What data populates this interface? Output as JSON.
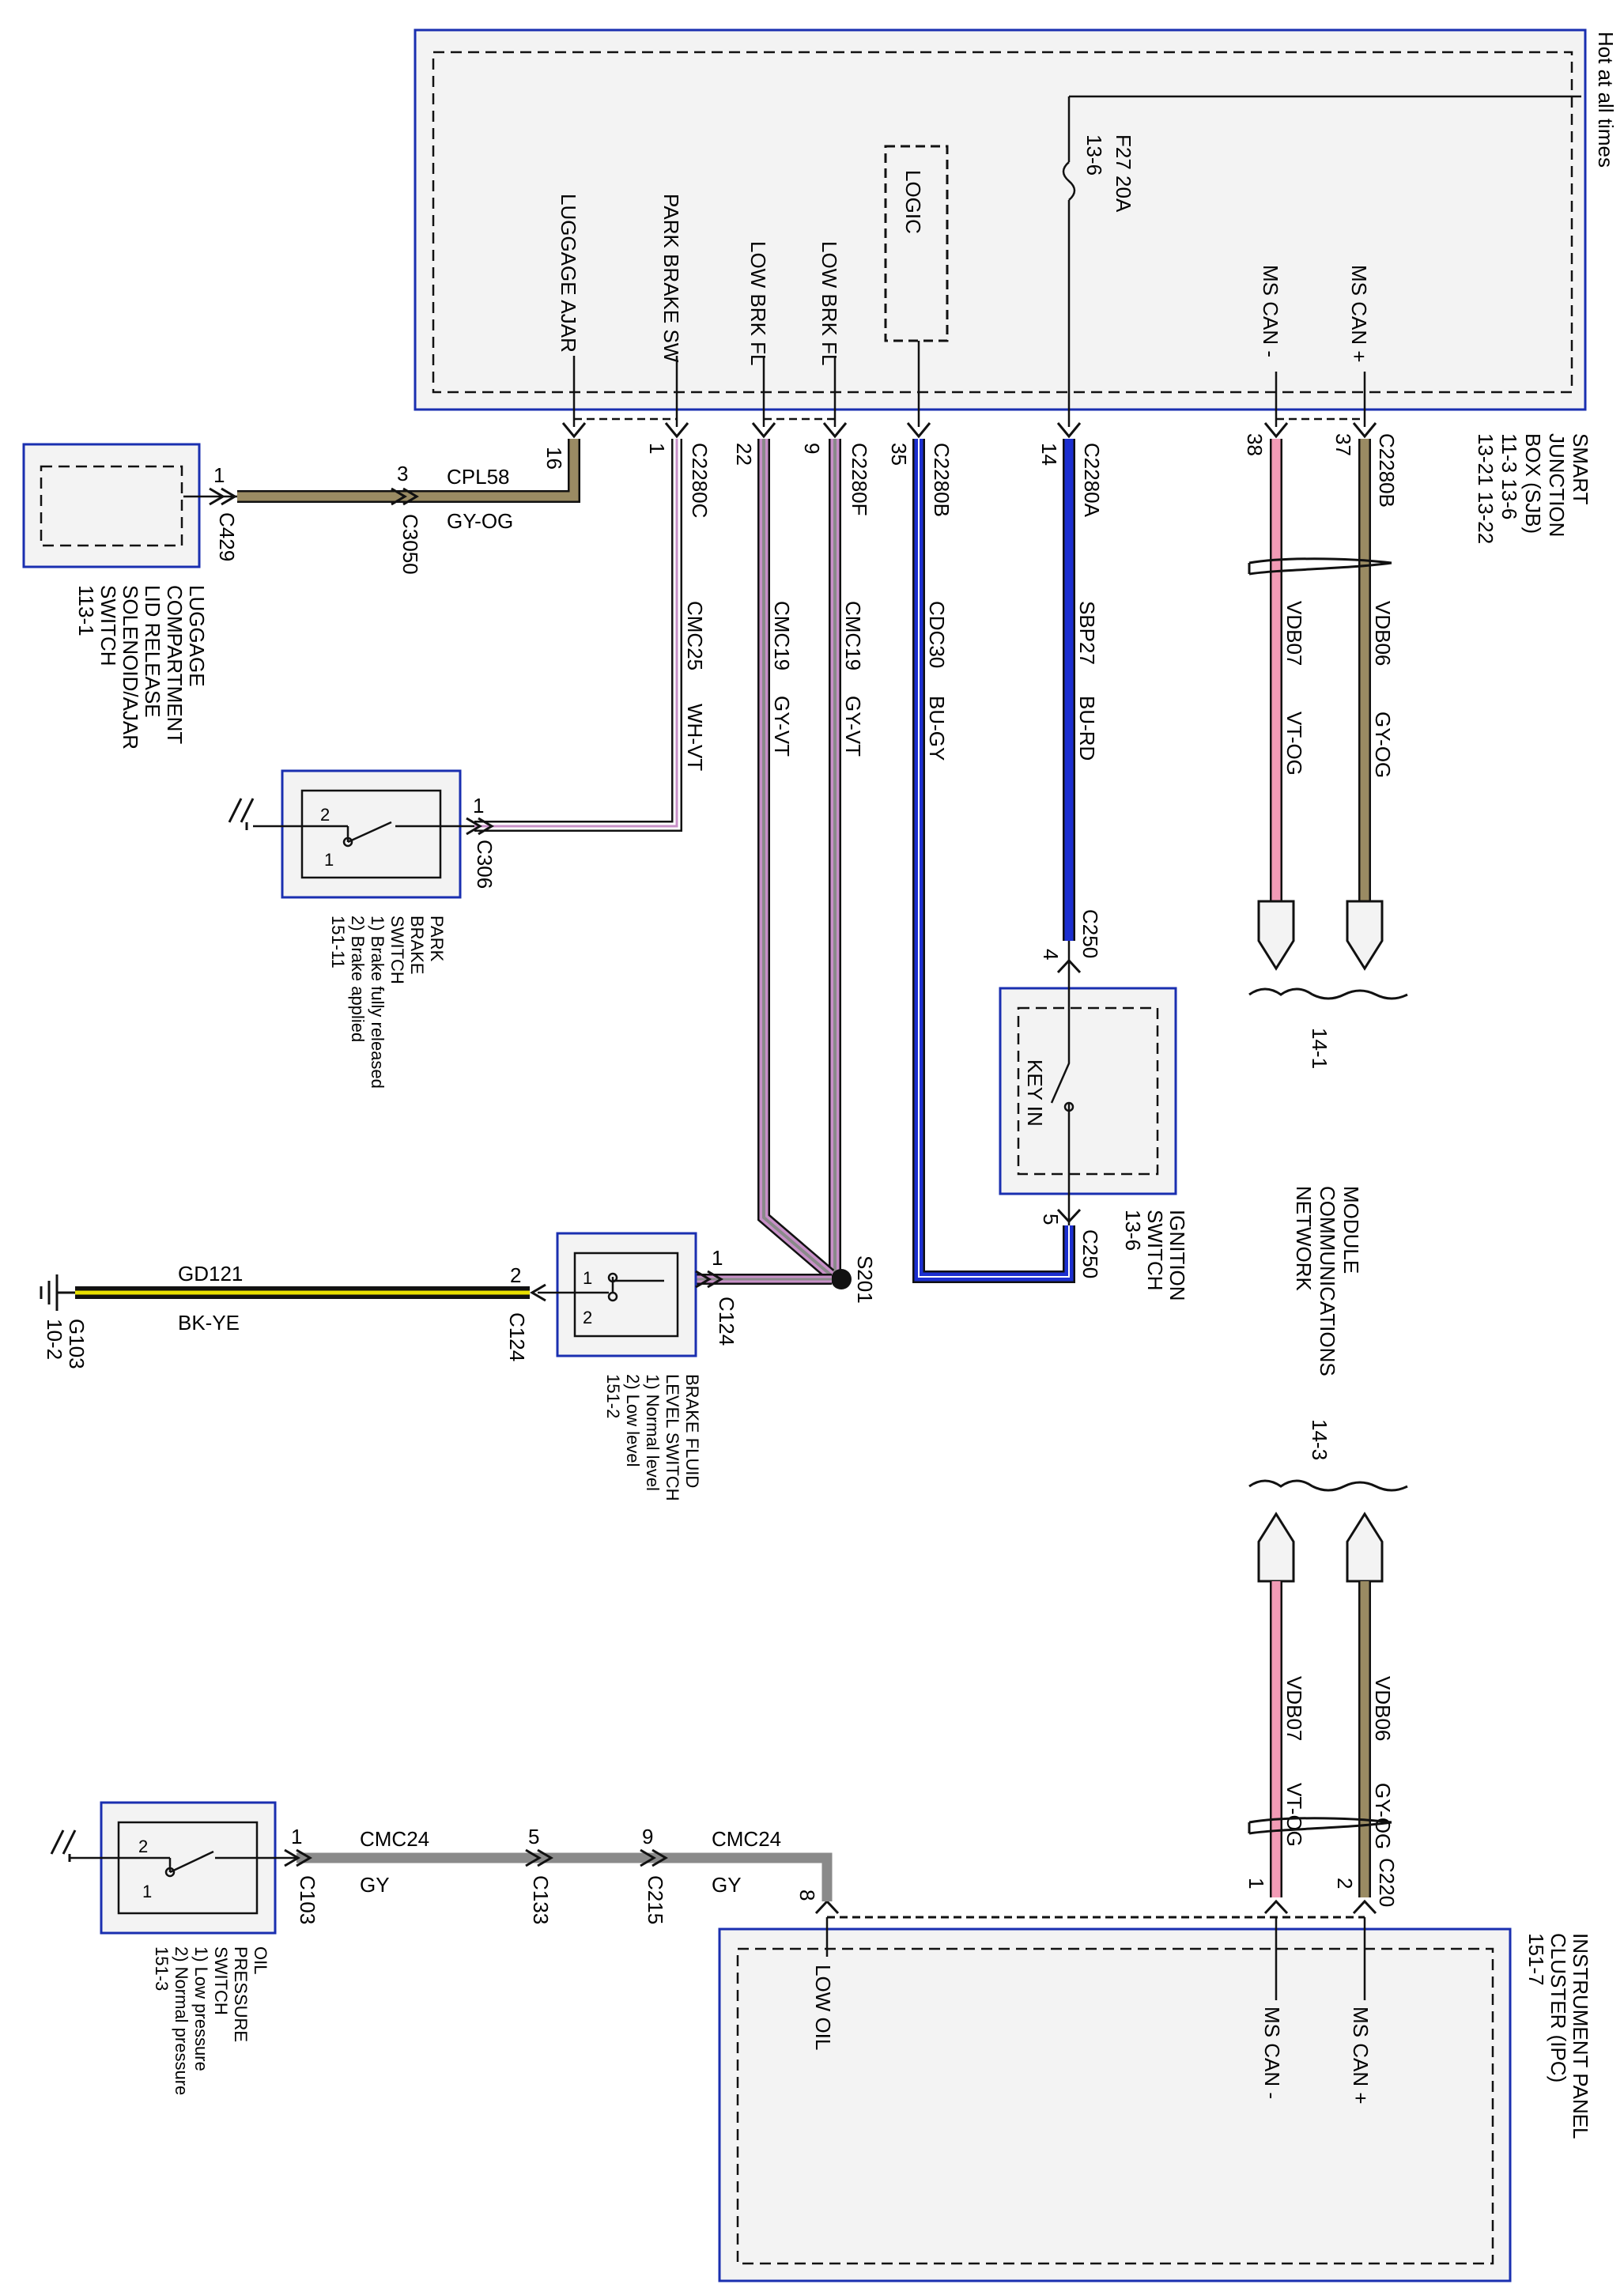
{
  "diagram": {
    "top_label": "Hot at all times",
    "sjb": {
      "title_lines": [
        "SMART",
        "JUNCTION",
        "BOX (SJB)",
        "11-3    13-6",
        "13-21   13-22"
      ],
      "internal_labels": [
        "MS CAN +",
        "MS CAN -",
        "LOGIC",
        "LOW BRK FL",
        "LOW BRK FL",
        "PARK BRAKE SW",
        "LUGGAGE AJAR"
      ],
      "fuse_name": "F27  20A",
      "fuse_ref": "13-6"
    },
    "sjb_pins": [
      {
        "connector": "C2280B",
        "pin": "37"
      },
      {
        "connector": "",
        "pin": "38"
      },
      {
        "connector": "C2280A",
        "pin": "14"
      },
      {
        "connector": "C2280B",
        "pin": "35"
      },
      {
        "connector": "C2280F",
        "pin": "9"
      },
      {
        "connector": "",
        "pin": "22"
      },
      {
        "connector": "C2280C",
        "pin": "1"
      },
      {
        "connector": "",
        "pin": "16"
      }
    ],
    "wires": [
      {
        "circuit": "VDB06",
        "color": "GY-OG"
      },
      {
        "circuit": "VDB07",
        "color": "VT-OG"
      },
      {
        "circuit": "SBP27",
        "color": "BU-RD"
      },
      {
        "circuit": "CDC30",
        "color": "BU-GY"
      },
      {
        "circuit": "CMC19",
        "color": "GY-VT"
      },
      {
        "circuit": "CMC19",
        "color": "GY-VT"
      },
      {
        "circuit": "CMC25",
        "color": "WH-VT"
      },
      {
        "circuit": "CPL58",
        "color": "GY-OG"
      },
      {
        "circuit": "GD121",
        "color": "BK-YE"
      },
      {
        "circuit": "CMC24",
        "color": "GY"
      },
      {
        "circuit": "CMC24",
        "color": "GY"
      },
      {
        "circuit": "VDB06",
        "color": "GY-OG"
      },
      {
        "circuit": "VDB07",
        "color": "VT-OG"
      }
    ],
    "network": {
      "title_lines": [
        "MODULE",
        "COMMUNICATIONS",
        "NETWORK"
      ],
      "ref_upper": "14-1",
      "ref_lower": "14-3"
    },
    "ignition_switch": {
      "title_lines": [
        "IGNITION",
        "SWITCH",
        "13-6"
      ],
      "contact_label": "KEY IN",
      "connector_top": "C250",
      "pin_top": "4",
      "connector_bottom": "C250",
      "pin_bottom": "5"
    },
    "splice": "S201",
    "brake_fluid_switch": {
      "title_lines": [
        "BRAKE FLUID",
        "LEVEL SWITCH",
        "1) Normal level",
        "2) Low level",
        "151-2"
      ],
      "connector_in": "C124",
      "pin_in": "1",
      "connector_out": "C124",
      "pin_out": "2",
      "contact_1": "1",
      "contact_2": "2"
    },
    "ground": {
      "name": "G103",
      "ref": "10-2"
    },
    "park_brake_switch": {
      "title_lines": [
        "PARK",
        "BRAKE",
        "SWITCH",
        "1) Brake fully released",
        "2) Brake applied",
        "151-11"
      ],
      "connector": "C306",
      "pin": "1",
      "contact_1": "1",
      "contact_2": "2"
    },
    "luggage_switch": {
      "title_lines": [
        "LUGGAGE",
        "COMPARTMENT",
        "LID RELEASE",
        "SOLENOID/AJAR",
        "SWITCH",
        "113-1"
      ],
      "connector": "C429",
      "pin": "1",
      "inline_connector": "C3050",
      "inline_pin": "3"
    },
    "oil_switch": {
      "title_lines": [
        "OIL",
        "PRESSURE",
        "SWITCH",
        "1) Low pressure",
        "2) Normal pressure",
        "151-3"
      ],
      "connector": "C103",
      "pin": "1",
      "contact_1": "1",
      "contact_2": "2"
    },
    "inline_connectors": [
      {
        "connector": "C133",
        "pin": "5"
      },
      {
        "connector": "C215",
        "pin": "9"
      }
    ],
    "ipc": {
      "title_lines": [
        "INSTRUMENT PANEL",
        "CLUSTER (IPC)",
        "151-7"
      ],
      "internal_labels": [
        "MS CAN +",
        "MS CAN -",
        "LOW OIL"
      ],
      "connector": "C220",
      "pins": [
        "2",
        "1",
        "8"
      ]
    }
  },
  "wire_colors": {
    "gray": "#8a8a8a",
    "violet": "#c890c8",
    "pink": "#f29bb6",
    "blue": "#1c2fd0",
    "tan": "#9a8b63",
    "yellow": "#e8e000",
    "black": "#111111",
    "white": "#ffffff",
    "box_border": "#1a2fb0"
  }
}
